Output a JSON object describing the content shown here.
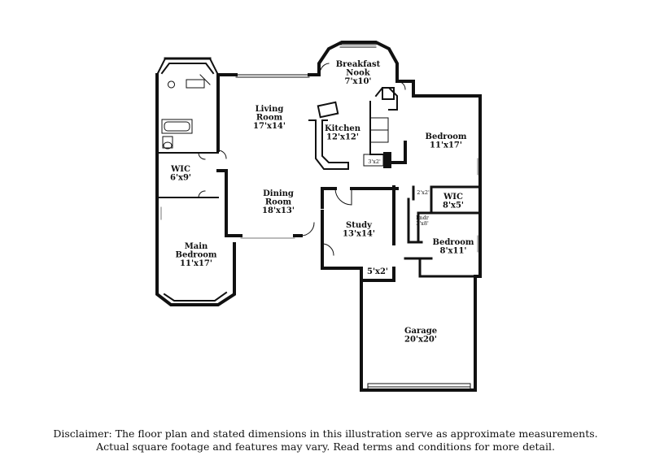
{
  "rooms": [
    {
      "key": "breakfast",
      "name": [
        "Breakfast",
        "Nook"
      ],
      "dims": "7'x10'"
    },
    {
      "key": "living",
      "name": [
        "Living",
        "Room"
      ],
      "dims": "17'x14'"
    },
    {
      "key": "kitchen",
      "name": [
        "Kitchen"
      ],
      "dims": "12'x12'"
    },
    {
      "key": "bedroom-ne",
      "name": [
        "Bedroom"
      ],
      "dims": "11'x17'"
    },
    {
      "key": "wic-west",
      "name": [
        "WIC"
      ],
      "dims": "6'x9'"
    },
    {
      "key": "dining",
      "name": [
        "Dining",
        "Room"
      ],
      "dims": "18'x13'"
    },
    {
      "key": "wic-east",
      "name": [
        "WIC"
      ],
      "dims": "8'x5'"
    },
    {
      "key": "study",
      "name": [
        "Study"
      ],
      "dims": "13'x14'"
    },
    {
      "key": "bedroom-se",
      "name": [
        "Bedroom"
      ],
      "dims": "8'x11'"
    },
    {
      "key": "main-bedroom",
      "name": [
        "Main",
        "Bedroom"
      ],
      "dims": "11'x17'"
    },
    {
      "key": "closet-5x2",
      "name": [],
      "dims": "5'x2'"
    },
    {
      "key": "garage",
      "name": [
        "Garage"
      ],
      "dims": "20'x20'"
    }
  ],
  "small_labels": {
    "pantry": "3'x2'",
    "linen": "2'x2'",
    "laundry_name": "Lndr",
    "laundry_dims": "3'x8'"
  },
  "disclaimer": {
    "line1": "Disclaimer: The floor plan and stated dimensions in this illustration serve as approximate measurements.",
    "line2": "Actual square footage and features may vary. Read terms and conditions for more detail."
  }
}
